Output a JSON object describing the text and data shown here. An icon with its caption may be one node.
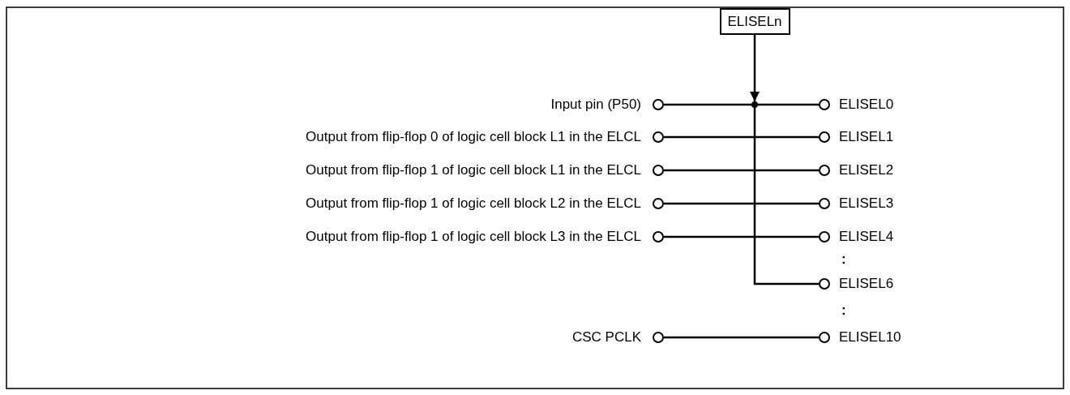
{
  "diagram": {
    "nodes": [
      {
        "text": [
          "ELISELn"
        ]
      },
      {
        "text": [],
        "shape": "circle",
        "beside": [
          "Input pin (P50)"
        ]
      },
      {
        "text": [],
        "shape": "circle",
        "beside": [
          "Output from flip-flop 0 of logic cell block L1 in the ELCL"
        ]
      },
      {
        "text": [],
        "shape": "circle",
        "beside": [
          "Output from flip-flop 1 of logic cell block L1 in the ELCL"
        ]
      },
      {
        "text": [],
        "shape": "circle",
        "beside": [
          "Output from flip-flop 1 of logic cell block L2 in the ELCL"
        ]
      },
      {
        "text": [],
        "shape": "circle",
        "beside": [
          "Output from flip-flop 1 of logic cell block L3 in the ELCL"
        ]
      },
      {
        "text": [],
        "shape": "circle",
        "beside": [
          "CSC PCLK"
        ]
      },
      {
        "text": [],
        "shape": "dot"
      },
      {
        "text": [],
        "shape": "circle",
        "beside": [
          "ELISEL0"
        ]
      },
      {
        "text": [],
        "shape": "circle",
        "beside": [
          "ELISEL1"
        ]
      },
      {
        "text": [],
        "shape": "circle",
        "beside": [
          "ELISEL2"
        ]
      },
      {
        "text": [],
        "shape": "circle",
        "beside": [
          "ELISEL3"
        ]
      },
      {
        "text": [],
        "shape": "circle",
        "beside": [
          "ELISEL4"
        ]
      },
      {
        "text": [],
        "shape": "circle",
        "beside": [
          "ELISEL6"
        ]
      },
      {
        "text": [],
        "shape": "circle",
        "beside": [
          "ELISEL10"
        ]
      }
    ],
    "edges": [
      {
        "from": 0,
        "to": 7,
        "arrow": "to"
      },
      {
        "from": 1,
        "to": 7,
        "arrow": "none"
      },
      {
        "from": 7,
        "to": 8,
        "arrow": "none"
      },
      {
        "from": 2,
        "to": 9,
        "arrow": "none"
      },
      {
        "from": 3,
        "to": 10,
        "arrow": "none"
      },
      {
        "from": 4,
        "to": 11,
        "arrow": "none"
      },
      {
        "from": 5,
        "to": 12,
        "arrow": "none"
      },
      {
        "from": 7,
        "to": 13,
        "arrow": "none"
      },
      {
        "from": 6,
        "to": 14,
        "arrow": "none"
      }
    ],
    "labels": [
      ":",
      ":"
    ]
  }
}
